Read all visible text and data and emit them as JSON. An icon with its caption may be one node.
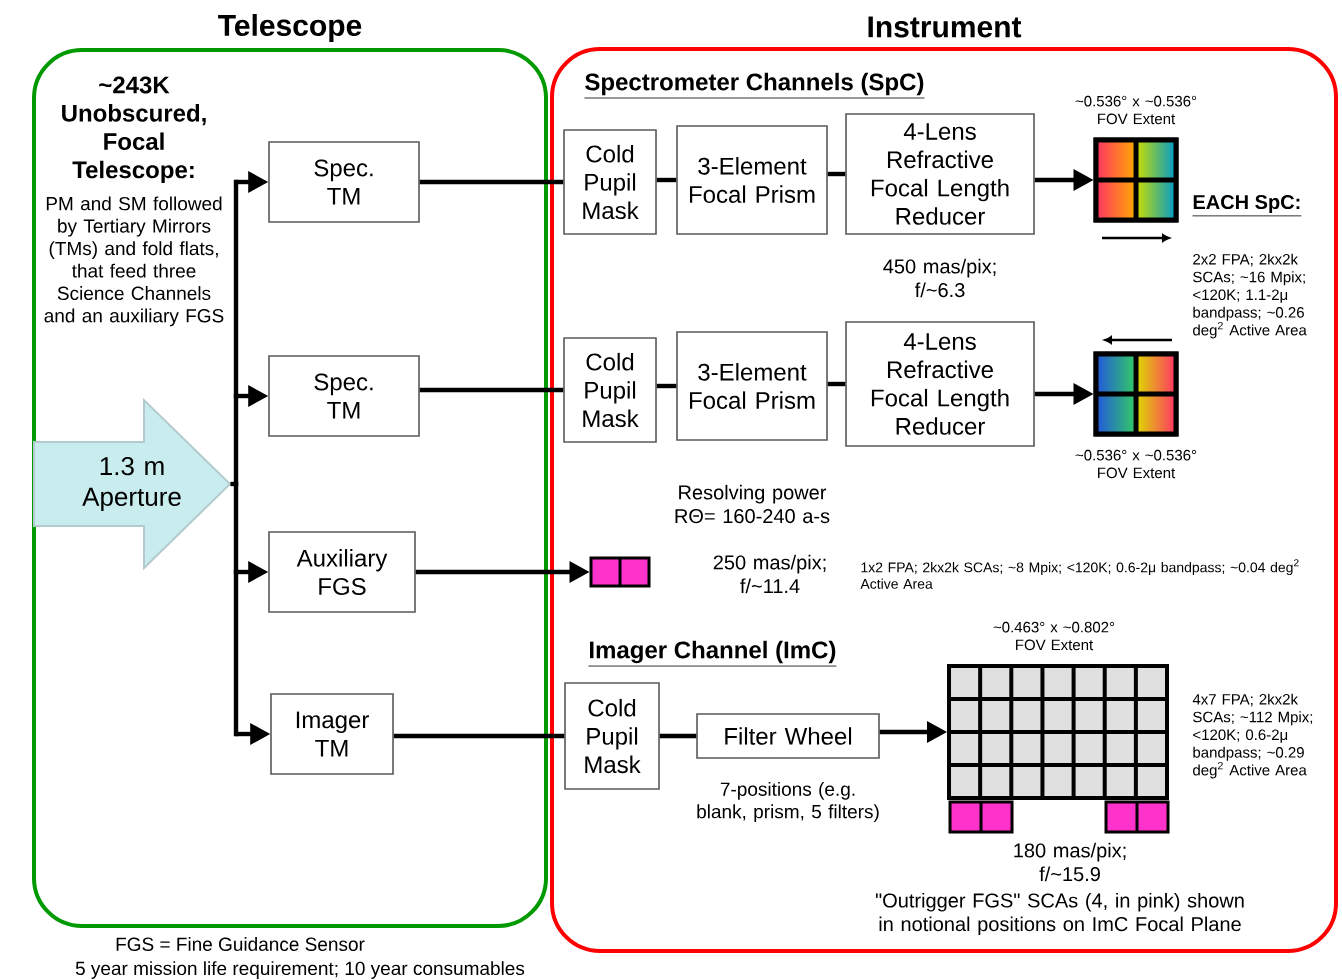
{
  "diagram": {
    "nodes": [
      {
        "text": [
          "Telescope",
          "~243K Unobscured, Focal Telescope:",
          "PM and SM followed by Tertiary Mirrors (TMs) and fold flats, that feed three Science Channels and an auxiliary FGS"
        ]
      },
      {
        "text": [
          "Instrument"
        ]
      },
      {
        "text": [
          "1.3 m Aperture"
        ],
        "in": 0
      },
      {
        "text": [
          "Spec. TM"
        ],
        "in": 0
      },
      {
        "text": [
          "Spec. TM"
        ],
        "in": 0
      },
      {
        "text": [
          "Auxiliary FGS"
        ],
        "in": 0
      },
      {
        "text": [
          "Imager TM"
        ],
        "in": 0
      },
      {
        "text": [
          "Cold Pupil Mask"
        ],
        "in": 1
      },
      {
        "text": [
          "3-Element Focal Prism"
        ],
        "in": 1
      },
      {
        "text": [
          "4-Lens Refractive Focal Length Reducer"
        ],
        "in": 1,
        "beside": [
          "450 mas/pix; f/~6.3"
        ]
      },
      {
        "text": [],
        "shape": "picture",
        "in": 1,
        "beside": [
          "~0.536° x ~0.536° FOV Extent"
        ]
      },
      {
        "text": [
          "Cold Pupil Mask"
        ],
        "in": 1
      },
      {
        "text": [
          "3-Element Focal Prism"
        ],
        "in": 1,
        "beside": [
          "Resolving power RΘ= 160-240 a-s"
        ]
      },
      {
        "text": [
          "4-Lens Refractive Focal Length Reducer"
        ],
        "in": 1
      },
      {
        "text": [],
        "shape": "picture",
        "in": 1,
        "beside": [
          "~0.536° x ~0.536° FOV Extent"
        ]
      },
      {
        "text": [],
        "shape": "box",
        "in": 1,
        "beside": [
          "250 mas/pix; f/~11.4",
          "1x2 FPA; 2kx2k SCAs; ~8 Mpix; <120K; 0.6-2μ bandpass; ~0.04 deg$^{2}$ Active Area"
        ]
      },
      {
        "text": [
          "Cold Pupil Mask"
        ],
        "in": 1
      },
      {
        "text": [
          "Filter Wheel"
        ],
        "in": 1,
        "beside": [
          "7-positions (e.g. blank, prism, 5 filters)"
        ]
      },
      {
        "text": [],
        "shape": "picture",
        "in": 1,
        "beside": [
          "~0.463° x ~0.802° FOV Extent",
          "4x7 FPA; 2kx2k SCAs; ~112 Mpix; <120K; 0.6-2μ bandpass; ~0.29 deg$^{2}$ Active Area",
          "180 mas/pix; f/~15.9"
        ]
      }
    ],
    "edges": [
      {
        "from": 2,
        "to": 3,
        "arrow": "to"
      },
      {
        "from": 2,
        "to": 4,
        "arrow": "to"
      },
      {
        "from": 2,
        "to": 5,
        "arrow": "to"
      },
      {
        "from": 2,
        "to": 6,
        "arrow": "to"
      },
      {
        "from": 3,
        "to": 7,
        "arrow": "none"
      },
      {
        "from": 7,
        "to": 8,
        "arrow": "none"
      },
      {
        "from": 8,
        "to": 9,
        "arrow": "none"
      },
      {
        "from": 9,
        "to": 10,
        "arrow": "to"
      },
      {
        "from": 4,
        "to": 11,
        "arrow": "none"
      },
      {
        "from": 11,
        "to": 12,
        "arrow": "none"
      },
      {
        "from": 12,
        "to": 13,
        "arrow": "none"
      },
      {
        "from": 13,
        "to": 14,
        "arrow": "to"
      },
      {
        "from": 5,
        "to": 15,
        "arrow": "to"
      },
      {
        "from": 6,
        "to": 16,
        "arrow": "none"
      },
      {
        "from": 16,
        "to": 17,
        "arrow": "none"
      },
      {
        "from": 17,
        "to": 18,
        "arrow": "to"
      }
    ],
    "labels": [
      "Spectrometer Channels (SpC)",
      "EACH SpC:",
      "2x2 FPA; 2kx2k SCAs; ~16 Mpix; <120K; 1.1-2μ bandpass; ~0.26 deg$^{2}$ Active Area",
      "Imager Channel (ImC)",
      "\"Outrigger FGS\" SCAs (4, in pink) shown in notional positions on ImC Focal Plane",
      "FGS = Fine Guidance Sensor",
      "5 year mission life requirement; 10 year consumables"
    ]
  }
}
